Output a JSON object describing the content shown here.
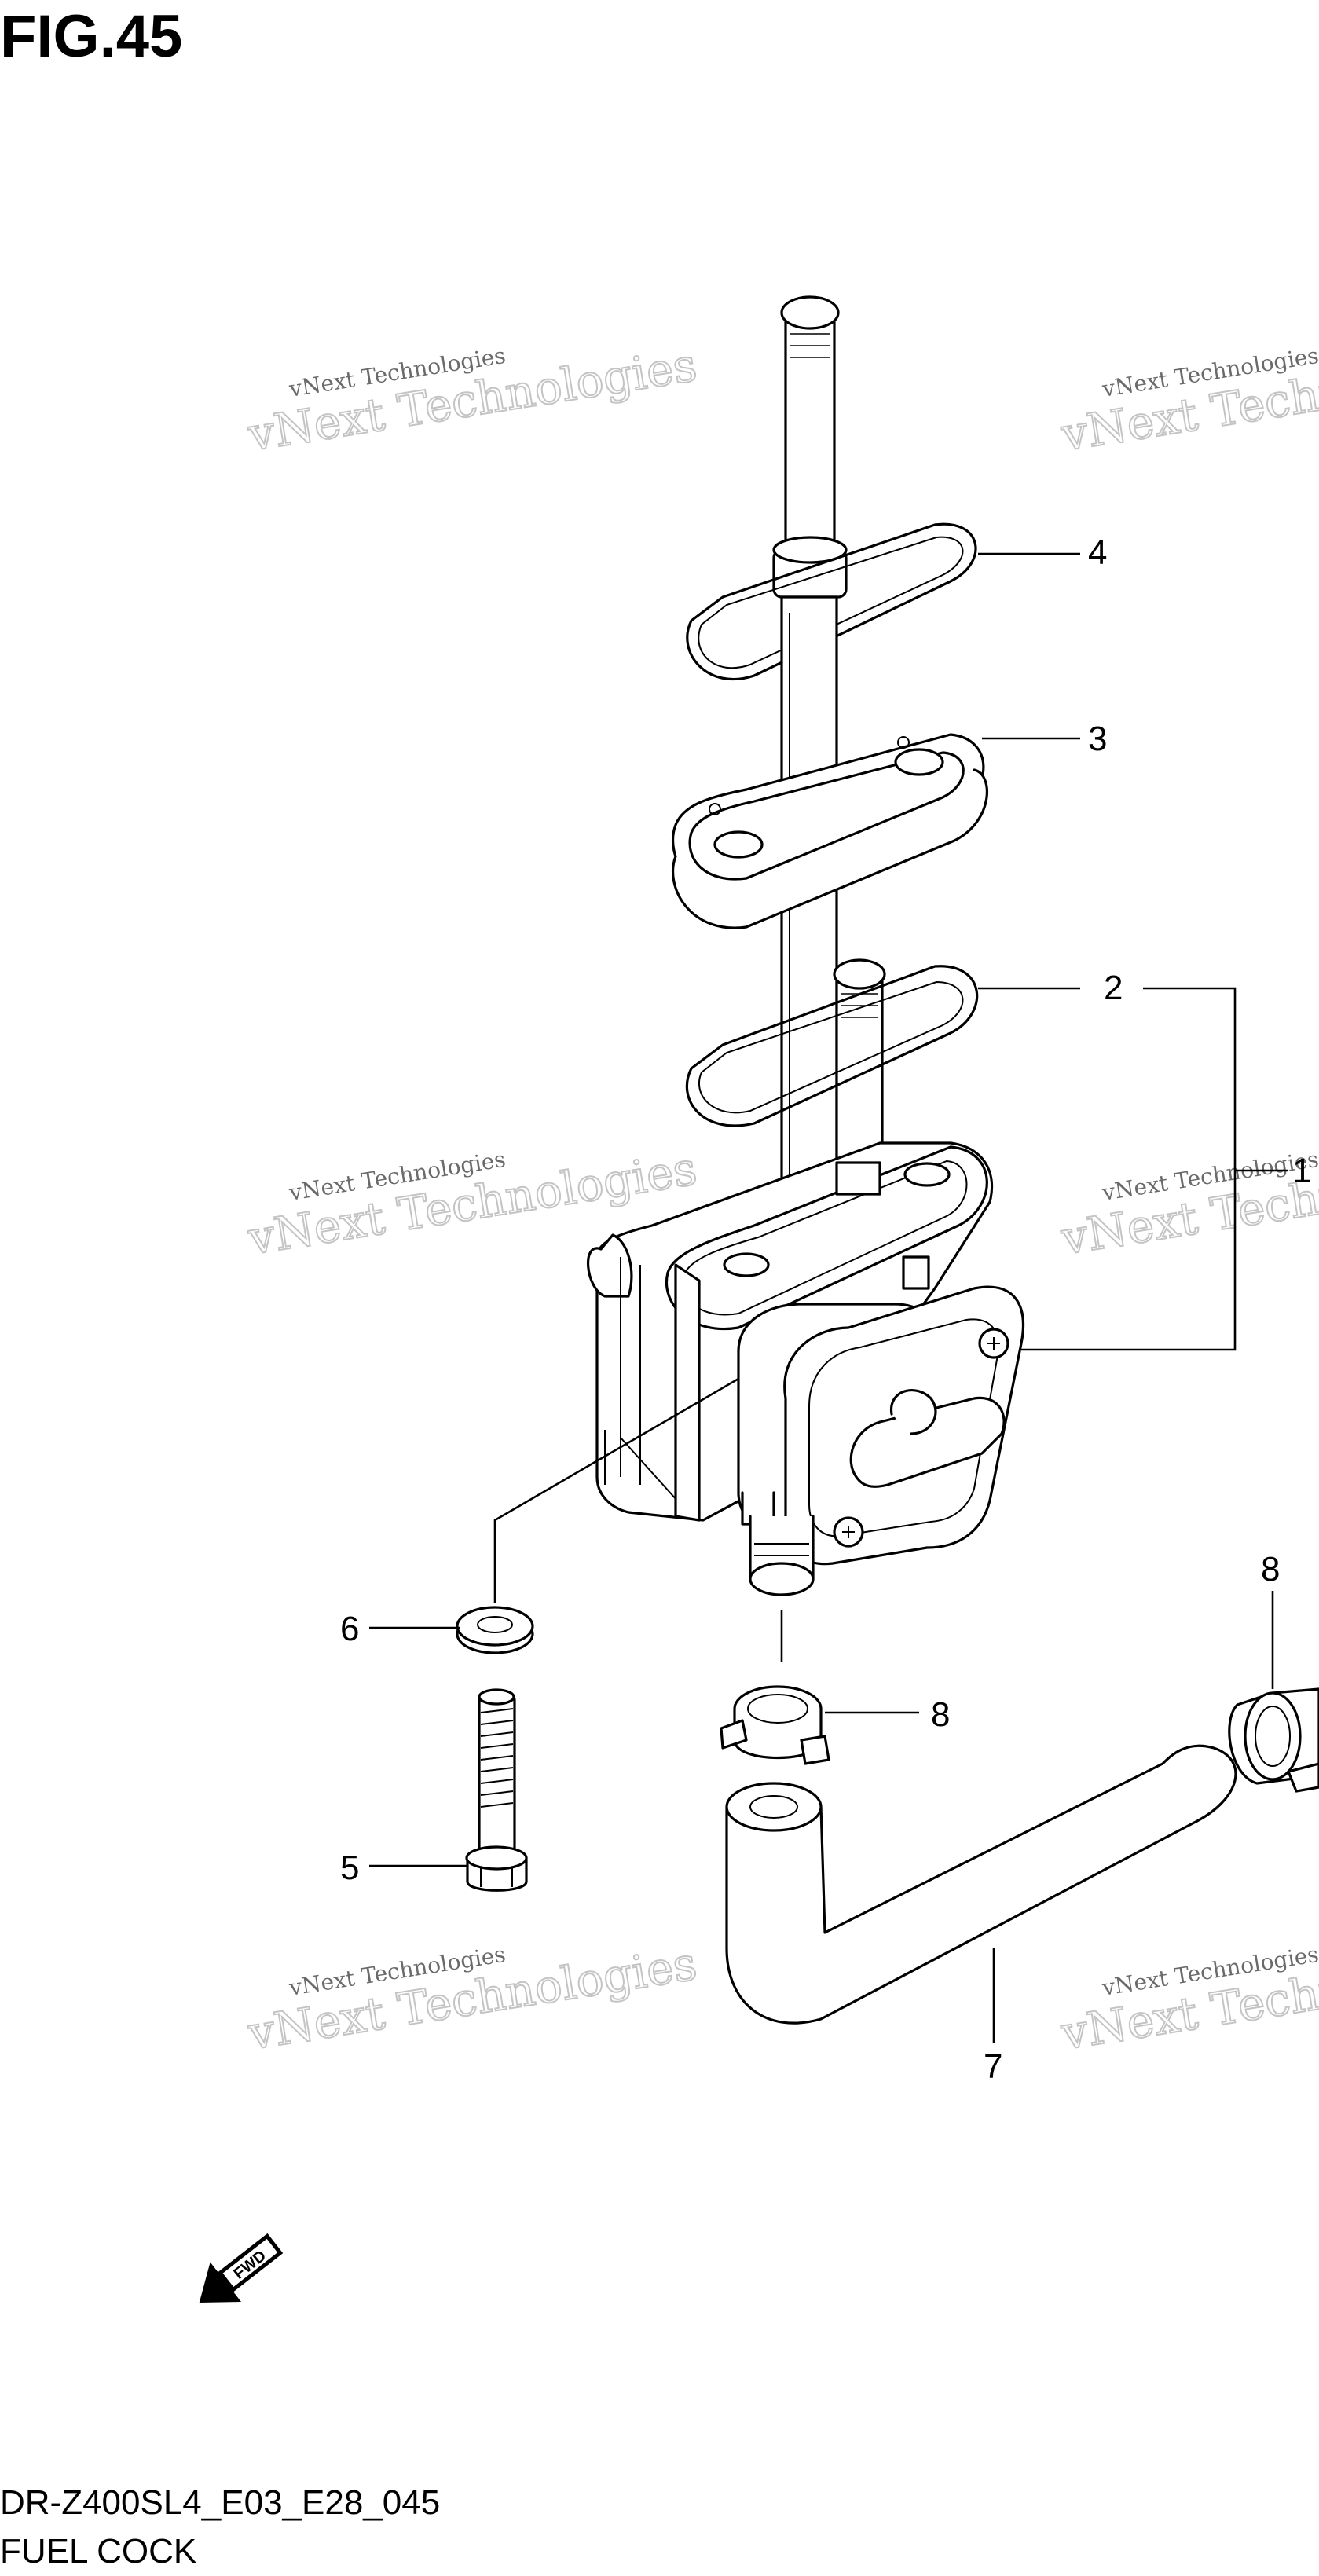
{
  "figure_label": "FIG.45",
  "watermark": {
    "small_text": "vNext Technologies",
    "big_text": "vNext Technologies"
  },
  "callouts": {
    "c1": "1",
    "c2": "2",
    "c3": "3",
    "c4": "4",
    "c5": "5",
    "c6": "6",
    "c7": "7",
    "c8a": "8",
    "c8b": "8"
  },
  "fwd_label": "FWD",
  "footer": {
    "code": "DR-Z400SL4_E03_E28_045",
    "title": "FUEL COCK"
  },
  "colors": {
    "line": "#000000",
    "watermark_text": "#6a6a6a",
    "watermark_outline": "#c4c4c4",
    "background": "#ffffff"
  }
}
